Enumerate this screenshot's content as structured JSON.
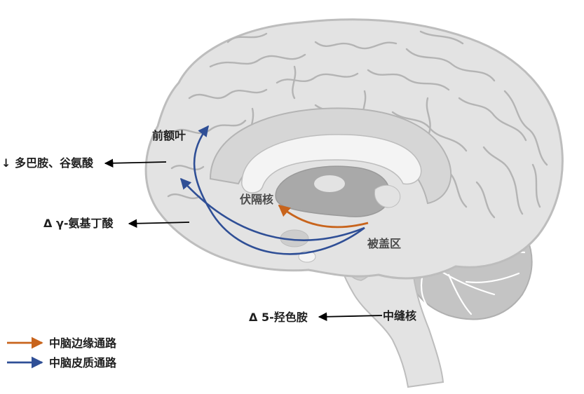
{
  "labels": {
    "prefrontal": "前额叶",
    "dopamine_glutamate": "↓ 多巴胺、谷氨酸",
    "gaba": "Δ γ-氨基丁酸",
    "nucleus_accumbens": "伏隔核",
    "vta": "被盖区",
    "serotonin": "Δ 5-羟色胺",
    "raphe": "中缝核"
  },
  "legend": [
    {
      "label": "中脑边缘通路",
      "color": "#c8641c"
    },
    {
      "label": "中脑皮质通路",
      "color": "#2f4f96"
    }
  ],
  "colors": {
    "brain_fill": "#e3e3e3",
    "brain_outline": "#bdbdbd",
    "gyri_lines": "#b4b4b4",
    "inner_gray": "#a9a9a9",
    "cerebellum": "#c4c4c4",
    "mesolimbic": "#c8641c",
    "mesocortical": "#2f4f96",
    "pointer_arrows": "#000000"
  }
}
